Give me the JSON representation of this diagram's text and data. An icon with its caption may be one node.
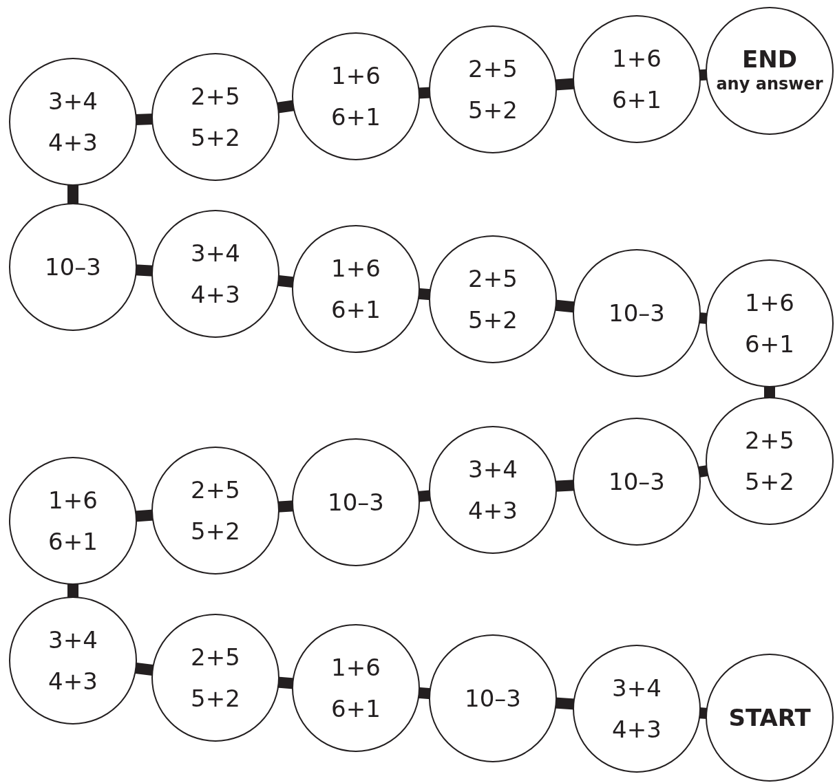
{
  "diagram": {
    "nodes": [
      {
        "text": [
          "3+4",
          "4+3"
        ]
      },
      {
        "text": [
          "2+5",
          "5+2"
        ]
      },
      {
        "text": [
          "1+6",
          "6+1"
        ]
      },
      {
        "text": [
          "2+5",
          "5+2"
        ]
      },
      {
        "text": [
          "1+6",
          "6+1"
        ]
      },
      {
        "text": [
          "END",
          "any answer"
        ]
      },
      {
        "text": [
          "10–3"
        ]
      },
      {
        "text": [
          "3+4",
          "4+3"
        ]
      },
      {
        "text": [
          "1+6",
          "6+1"
        ]
      },
      {
        "text": [
          "2+5",
          "5+2"
        ]
      },
      {
        "text": [
          "10–3"
        ]
      },
      {
        "text": [
          "1+6",
          "6+1"
        ]
      },
      {
        "text": [
          "1+6",
          "6+1"
        ]
      },
      {
        "text": [
          "2+5",
          "5+2"
        ]
      },
      {
        "text": [
          "10–3"
        ]
      },
      {
        "text": [
          "3+4",
          "4+3"
        ]
      },
      {
        "text": [
          "10–3"
        ]
      },
      {
        "text": [
          "2+5",
          "5+2"
        ]
      },
      {
        "text": [
          "3+4",
          "4+3"
        ]
      },
      {
        "text": [
          "2+5",
          "5+2"
        ]
      },
      {
        "text": [
          "1+6",
          "6+1"
        ]
      },
      {
        "text": [
          "10–3"
        ]
      },
      {
        "text": [
          "3+4",
          "4+3"
        ]
      },
      {
        "text": [
          "START"
        ]
      }
    ],
    "edges": [
      {
        "from": 0,
        "to": 1,
        "arrow": "none"
      },
      {
        "from": 1,
        "to": 2,
        "arrow": "none"
      },
      {
        "from": 2,
        "to": 3,
        "arrow": "none"
      },
      {
        "from": 3,
        "to": 4,
        "arrow": "none"
      },
      {
        "from": 4,
        "to": 5,
        "arrow": "none"
      },
      {
        "from": 0,
        "to": 6,
        "arrow": "none"
      },
      {
        "from": 6,
        "to": 7,
        "arrow": "none"
      },
      {
        "from": 7,
        "to": 8,
        "arrow": "none"
      },
      {
        "from": 8,
        "to": 9,
        "arrow": "none"
      },
      {
        "from": 9,
        "to": 10,
        "arrow": "none"
      },
      {
        "from": 10,
        "to": 11,
        "arrow": "none"
      },
      {
        "from": 11,
        "to": 17,
        "arrow": "none"
      },
      {
        "from": 12,
        "to": 13,
        "arrow": "none"
      },
      {
        "from": 13,
        "to": 14,
        "arrow": "none"
      },
      {
        "from": 14,
        "to": 15,
        "arrow": "none"
      },
      {
        "from": 15,
        "to": 16,
        "arrow": "none"
      },
      {
        "from": 16,
        "to": 17,
        "arrow": "none"
      },
      {
        "from": 12,
        "to": 18,
        "arrow": "none"
      },
      {
        "from": 18,
        "to": 19,
        "arrow": "none"
      },
      {
        "from": 19,
        "to": 20,
        "arrow": "none"
      },
      {
        "from": 20,
        "to": 21,
        "arrow": "none"
      },
      {
        "from": 21,
        "to": 22,
        "arrow": "none"
      },
      {
        "from": 22,
        "to": 23,
        "arrow": "none"
      }
    ]
  }
}
